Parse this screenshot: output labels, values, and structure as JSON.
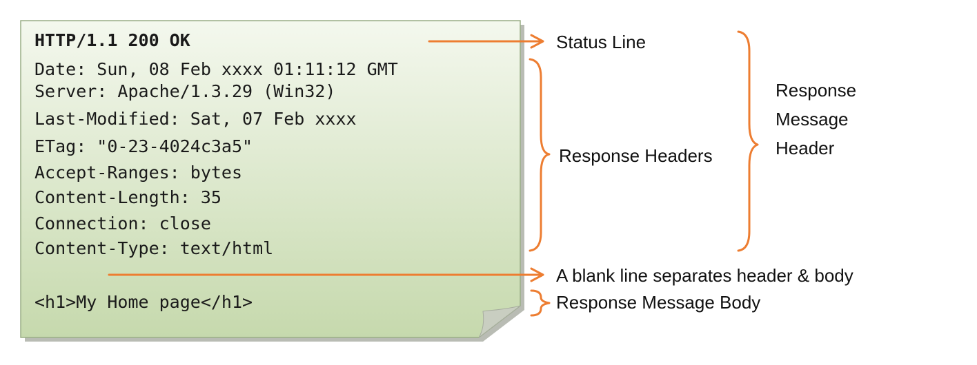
{
  "colors": {
    "accent": "#ed7d31",
    "note_top": "#f4f8ee",
    "note_bottom": "#c6d9ad"
  },
  "response": {
    "status_line": "HTTP/1.1 200 OK",
    "headers": [
      "Date: Sun, 08 Feb xxxx 01:11:12 GMT",
      "Server: Apache/1.3.29 (Win32)",
      "Last-Modified: Sat, 07 Feb xxxx",
      "ETag: \"0-23-4024c3a5\"",
      "Accept-Ranges: bytes",
      "Content-Length: 35",
      "Connection: close",
      "Content-Type: text/html"
    ],
    "body": "<h1>My Home page</h1>"
  },
  "labels": {
    "status_line": "Status Line",
    "response_headers": "Response Headers",
    "message_header": [
      "Response",
      "Message",
      "Header"
    ],
    "blank_line": "A blank line separates header & body",
    "message_body": "Response Message Body"
  }
}
